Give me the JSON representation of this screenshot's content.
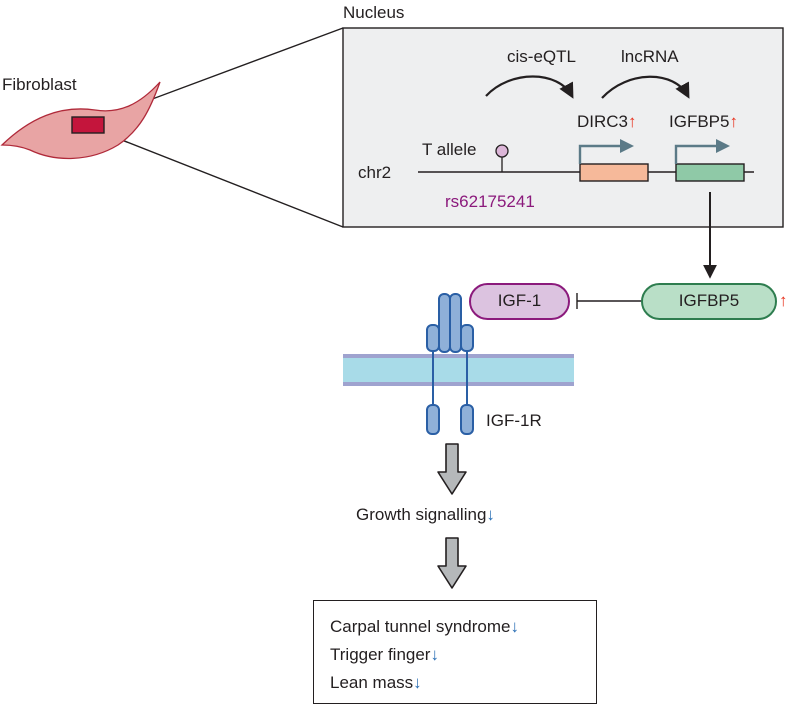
{
  "labels": {
    "nucleus": "Nucleus",
    "fibroblast": "Fibroblast",
    "cis_eqtl": "cis-eQTL",
    "lncrna": "lncRNA",
    "dirc3": "DIRC3",
    "igfbp5_gene": "IGFBP5",
    "t_allele": "T allele",
    "chr2": "chr2",
    "snp_id": "rs62175241",
    "igf1": "IGF-1",
    "igfbp5_protein": "IGFBP5",
    "igf1r": "IGF-1R",
    "growth_signalling": "Growth signalling"
  },
  "arrows": {
    "up": "↑",
    "down": "↓"
  },
  "outcomes": [
    {
      "text": "Carpal tunnel syndrome",
      "arrow": "↓"
    },
    {
      "text": "Trigger finger",
      "arrow": "↓"
    },
    {
      "text": "Lean mass",
      "arrow": "↓"
    }
  ],
  "colors": {
    "nucleus_fill": "#eeeff0",
    "cell_fill": "#e8a4a4",
    "cell_stroke": "#b02a3a",
    "dirc3_gene": "#f6b99a",
    "igfbp5_gene": "#8fc9a7",
    "igf1_fill": "#dcc3e0",
    "igf1_stroke": "#8b1a7c",
    "igfbp5_fill": "#b9dfc7",
    "igfbp5_stroke": "#2e7d4f",
    "membrane": "#a8dbe8",
    "receptor": "#8fb0d8",
    "up_arrow": "#e8321e",
    "down_arrow": "#2a6fb5",
    "snp_purple": "#8b1a7c"
  }
}
